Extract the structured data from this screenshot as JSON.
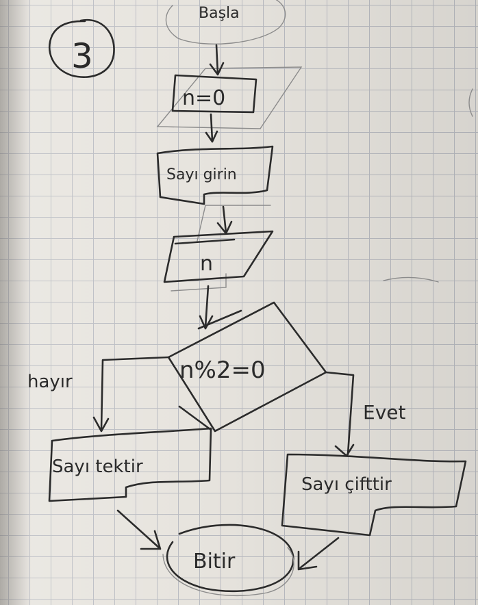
{
  "page_number": "3",
  "nodes": {
    "start": "Başla",
    "init": "n=0",
    "prompt": "Sayı girin",
    "input": "n",
    "decision": "n%2=0",
    "odd_result": "Sayı tektir",
    "even_result": "Sayı çifttir",
    "end": "Bitir"
  },
  "edges": {
    "no_label": "hayır",
    "yes_label": "Evet"
  }
}
